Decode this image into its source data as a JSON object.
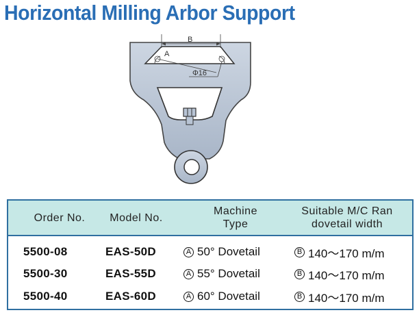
{
  "title": "Horizontal Milling Arbor Support",
  "drawing": {
    "dim_b": "B",
    "label_a": "A",
    "dim_diameter": "Φ16"
  },
  "table": {
    "headers": {
      "order": "Order No.",
      "model": "Model No.",
      "machine_line1": "Machine",
      "machine_line2": "Type",
      "suitable_line1": "Suitable M/C Ran",
      "suitable_line2": "dovetail width"
    },
    "rows": [
      {
        "order": "5500-08",
        "model": "EAS-50D",
        "circle_a": "A",
        "machine": "50° Dovetail",
        "circle_b": "B",
        "suitable": "140～170 m/m"
      },
      {
        "order": "5500-30",
        "model": "EAS-55D",
        "circle_a": "A",
        "machine": "55° Dovetail",
        "circle_b": "B",
        "suitable": "140～170 m/m"
      },
      {
        "order": "5500-40",
        "model": "EAS-60D",
        "circle_a": "A",
        "machine": "60° Dovetail",
        "circle_b": "B",
        "suitable": "140～170 m/m"
      }
    ]
  },
  "colors": {
    "title": "#2a6eb5",
    "body_fill": "#b8c4d4",
    "header_fill": "#c6e8e6",
    "table_border": "#2f6fa0"
  }
}
